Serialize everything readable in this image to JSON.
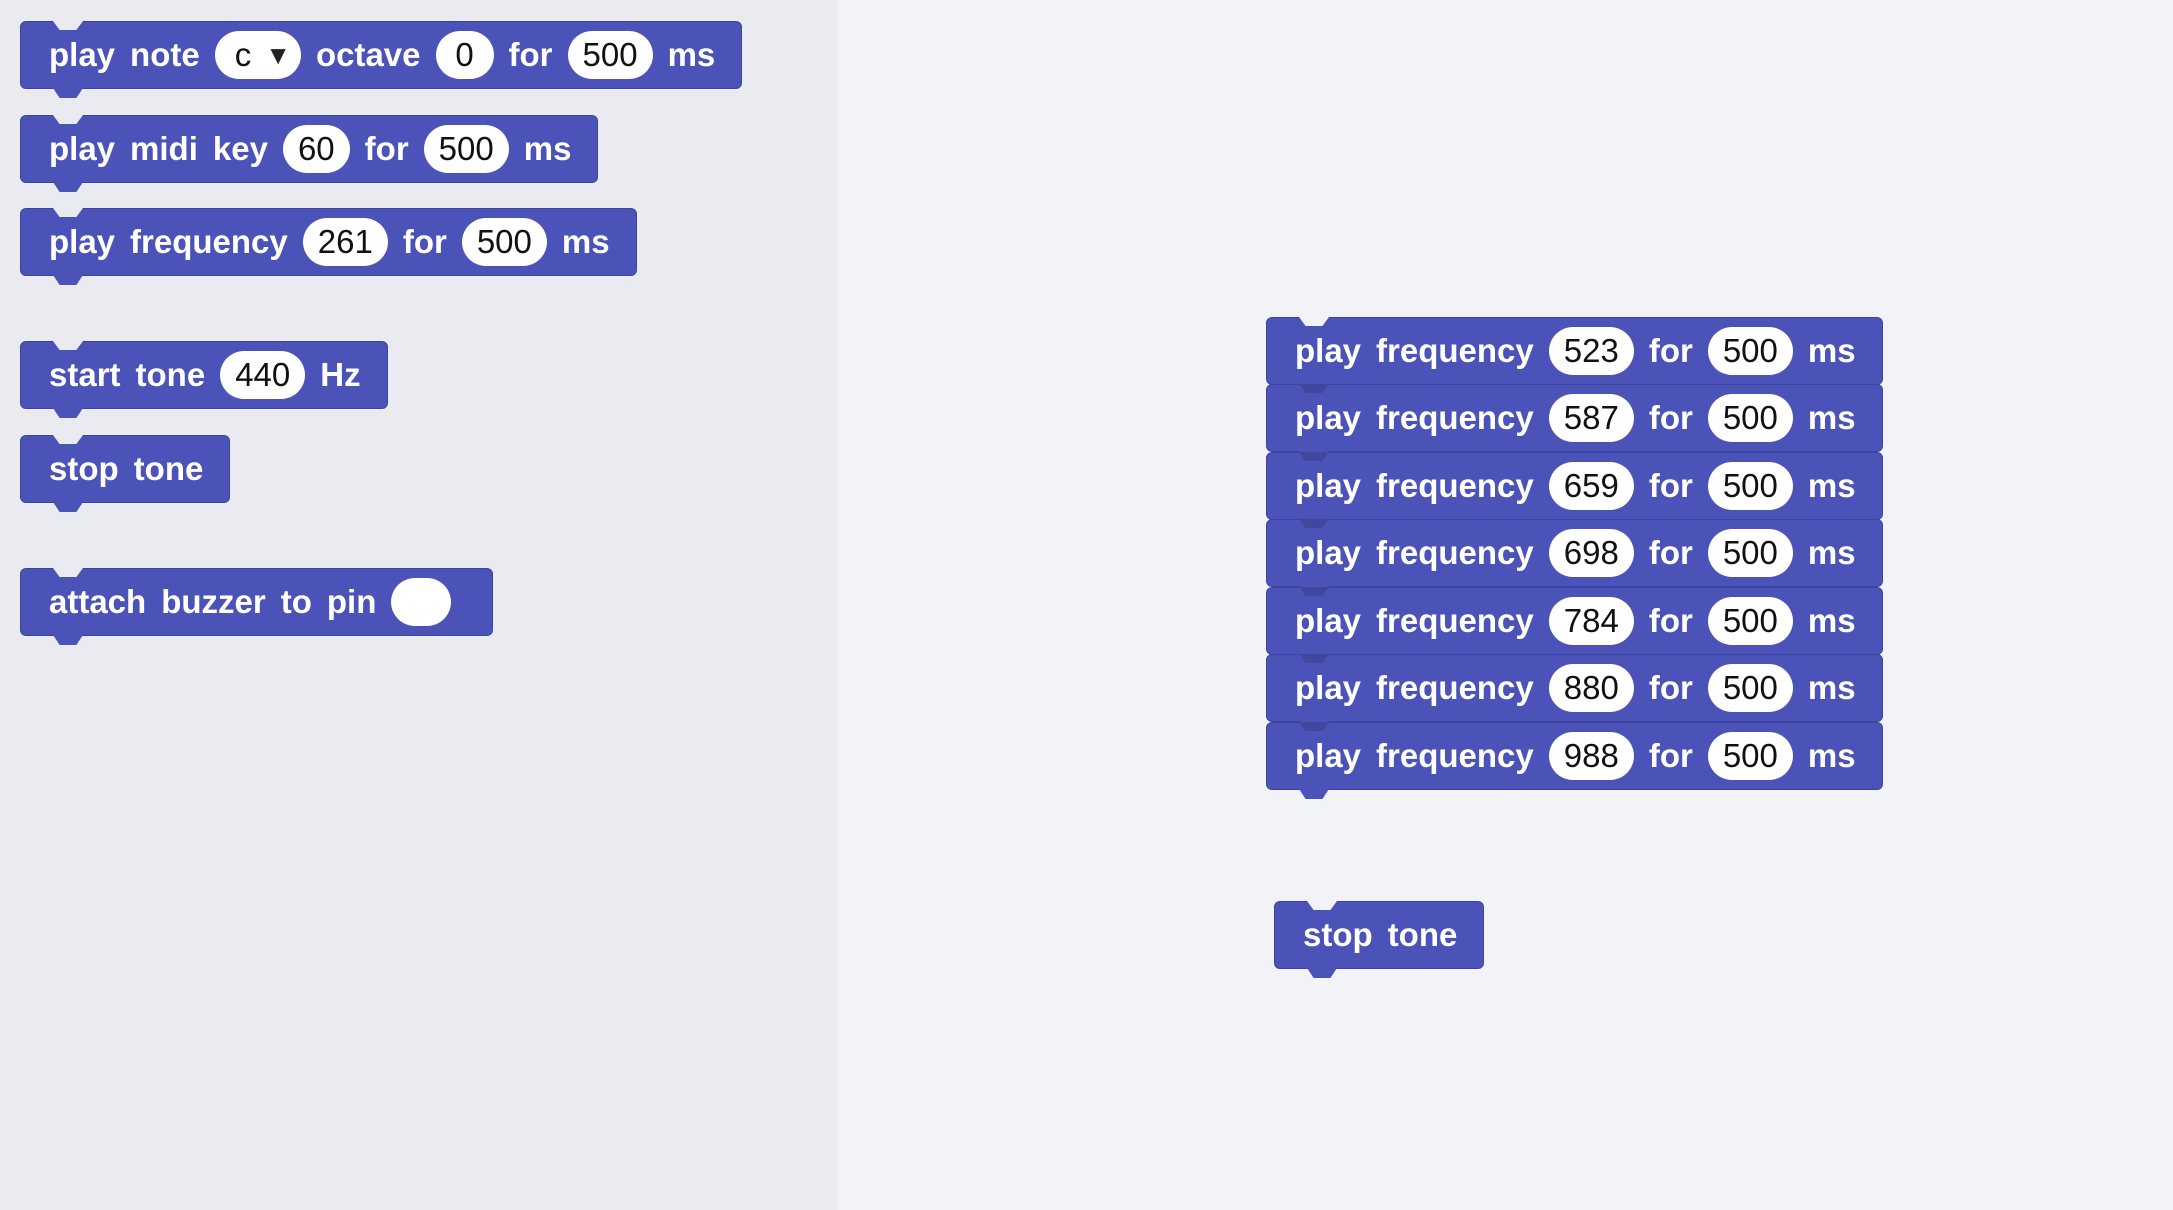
{
  "toolbox": {
    "play_note": {
      "w1": "play",
      "w2": "note",
      "note": "c",
      "w3": "octave",
      "octave": "0",
      "w4": "for",
      "duration": "500",
      "w5": "ms"
    },
    "play_midi": {
      "w1": "play",
      "w2": "midi",
      "w3": "key",
      "key": "60",
      "w4": "for",
      "duration": "500",
      "w5": "ms"
    },
    "play_freq": {
      "w1": "play",
      "w2": "frequency",
      "freq": "261",
      "w3": "for",
      "duration": "500",
      "w4": "ms"
    },
    "start_tone": {
      "w1": "start",
      "w2": "tone",
      "freq": "440",
      "w3": "Hz"
    },
    "stop_tone": {
      "w1": "stop",
      "w2": "tone"
    },
    "attach_buzzer": {
      "w1": "attach",
      "w2": "buzzer",
      "w3": "to",
      "w4": "pin",
      "pin": ""
    }
  },
  "workspace": {
    "freq_stack": [
      {
        "w1": "play",
        "w2": "frequency",
        "freq": "523",
        "w3": "for",
        "duration": "500",
        "w4": "ms"
      },
      {
        "w1": "play",
        "w2": "frequency",
        "freq": "587",
        "w3": "for",
        "duration": "500",
        "w4": "ms"
      },
      {
        "w1": "play",
        "w2": "frequency",
        "freq": "659",
        "w3": "for",
        "duration": "500",
        "w4": "ms"
      },
      {
        "w1": "play",
        "w2": "frequency",
        "freq": "698",
        "w3": "for",
        "duration": "500",
        "w4": "ms"
      },
      {
        "w1": "play",
        "w2": "frequency",
        "freq": "784",
        "w3": "for",
        "duration": "500",
        "w4": "ms"
      },
      {
        "w1": "play",
        "w2": "frequency",
        "freq": "880",
        "w3": "for",
        "duration": "500",
        "w4": "ms"
      },
      {
        "w1": "play",
        "w2": "frequency",
        "freq": "988",
        "w3": "for",
        "duration": "500",
        "w4": "ms"
      }
    ],
    "stop_tone": {
      "w1": "stop",
      "w2": "tone"
    }
  },
  "icons": {
    "dropdown_caret": "triangle-down-icon"
  },
  "colors": {
    "block": "#4c53b8",
    "toolbox_bg": "#eaebf1",
    "workspace_bg": "#f2f3f7"
  }
}
